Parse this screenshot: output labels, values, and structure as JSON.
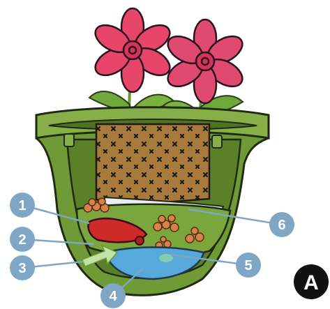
{
  "diagram": {
    "callouts": [
      {
        "id": "c1",
        "label": "1"
      },
      {
        "id": "c2",
        "label": "2"
      },
      {
        "id": "c3",
        "label": "3"
      },
      {
        "id": "c4",
        "label": "4"
      },
      {
        "id": "c5",
        "label": "5"
      },
      {
        "id": "c6",
        "label": "6"
      }
    ],
    "badge": {
      "label": "A"
    }
  },
  "colors": {
    "callout": "#7fa6c4",
    "pot_outer": "#6f9a35",
    "pot_inner": "#5a8028",
    "soil": "#a87a3c",
    "petal": "#e8456b",
    "leaf": "#6fa83a",
    "water": "#57a9dc",
    "reservoir_lid": "#cf2a2a",
    "clay_balls": "#d7824a",
    "wick_felt": "#e9edf3",
    "badge": "#111111"
  }
}
